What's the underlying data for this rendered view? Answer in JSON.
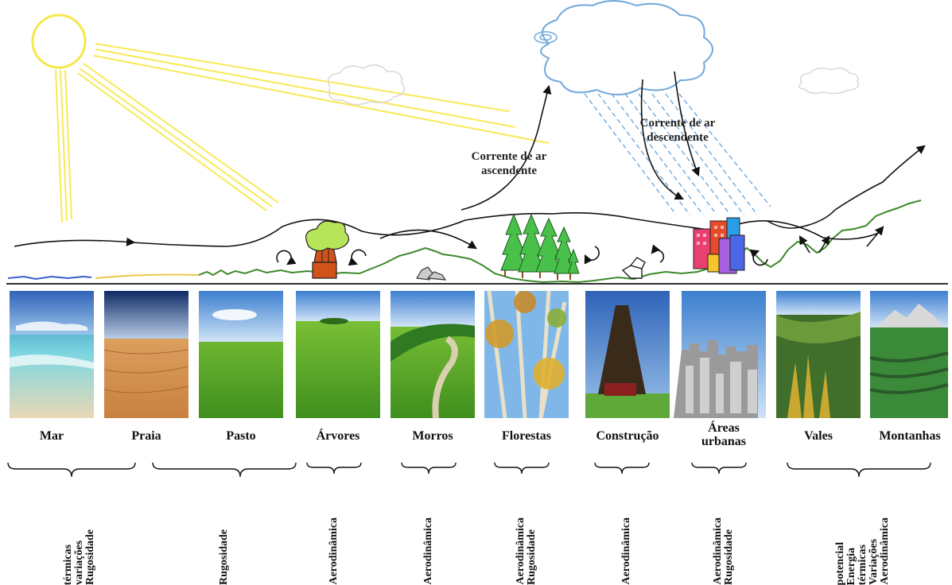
{
  "air_currents": {
    "ascending": [
      "Corrente de ar",
      "ascendente"
    ],
    "descending": [
      "Corrente de ar",
      "descendente"
    ]
  },
  "stages": [
    {
      "label": [
        "Mar"
      ]
    },
    {
      "label": [
        "Praia"
      ]
    },
    {
      "label": [
        "Pasto"
      ]
    },
    {
      "label": [
        "Árvores"
      ]
    },
    {
      "label": [
        "Morros"
      ]
    },
    {
      "label": [
        "Florestas"
      ]
    },
    {
      "label": [
        "Construção"
      ]
    },
    {
      "label": [
        "Áreas",
        "urbanas"
      ]
    },
    {
      "label": [
        "Vales"
      ]
    },
    {
      "label": [
        "Montanhas"
      ]
    }
  ],
  "factors": [
    {
      "lines": [
        "Rugosidade",
        "variações",
        "térmicas"
      ]
    },
    {
      "lines": [
        "Rugosidade"
      ]
    },
    {
      "lines": [
        "Aerodinâmica"
      ]
    },
    {
      "lines": [
        "Aerodinâmica"
      ]
    },
    {
      "lines": [
        "Rugosidade",
        "Aerodinâmica"
      ]
    },
    {
      "lines": [
        "Aerodinâmica"
      ]
    },
    {
      "lines": [
        "Rugosidade",
        "Aerodinâmica"
      ]
    },
    {
      "lines": [
        "Aerodinâmica",
        "Variações",
        "térmicas",
        "Energia",
        "potencial"
      ]
    }
  ],
  "colors": {
    "sun": "#f5e84a",
    "cloud_outline": "#6fa8dc",
    "rain": "#6fa8dc",
    "terrain": "#3c8a2a",
    "sea": "#3a5fcd",
    "beach": "#e8c84a",
    "wind": "#111111"
  }
}
